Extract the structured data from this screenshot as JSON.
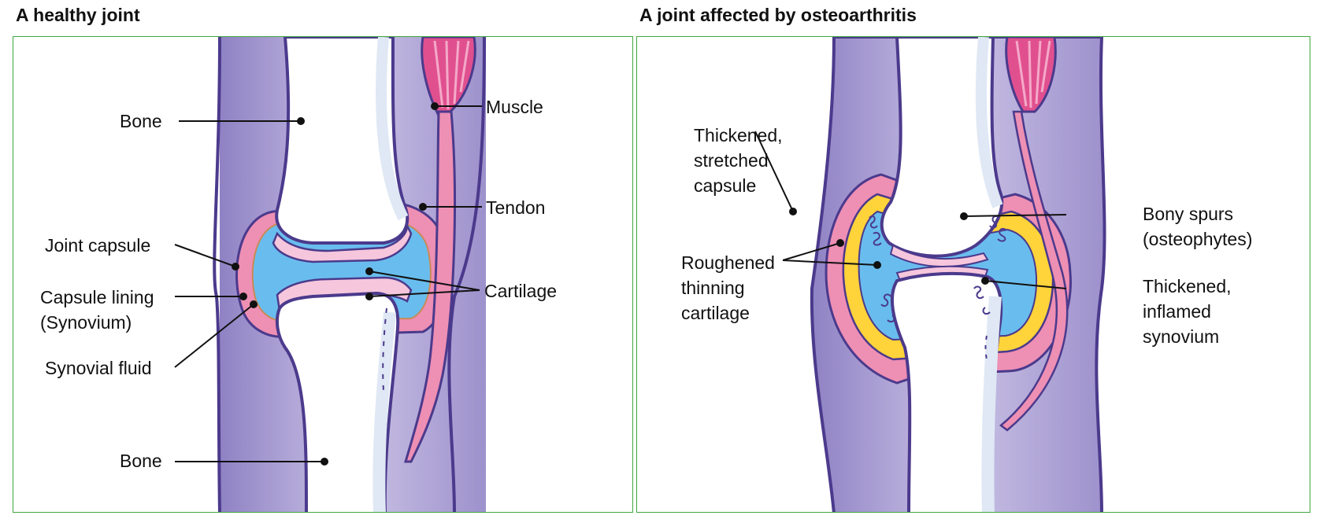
{
  "left_panel": {
    "title": "A healthy joint",
    "labels": {
      "bone_top": "Bone",
      "muscle": "Muscle",
      "tendon": "Tendon",
      "joint_capsule": "Joint capsule",
      "cartilage": "Cartilage",
      "capsule_lining_1": "Capsule lining",
      "capsule_lining_2": "(Synovium)",
      "synovial_fluid": "Synovial fluid",
      "bone_bottom": "Bone"
    }
  },
  "right_panel": {
    "title": "A joint affected by osteoarthritis",
    "labels": {
      "capsule_1": "Thickened,",
      "capsule_2": "stretched",
      "capsule_3": "capsule",
      "spurs_1": "Bony spurs",
      "spurs_2": "(osteophytes)",
      "cartilage_1": "Roughened",
      "cartilage_2": "thinning",
      "cartilage_3": "cartilage",
      "synovium_1": "Thickened,",
      "synovium_2": "inflamed",
      "synovium_3": "synovium"
    }
  },
  "colors": {
    "panel_border": "#3fa73f",
    "bone_outline": "#4b3a8c",
    "soft_tissue": "#a79bd0",
    "bone_interior": "#ffffff",
    "bone_shadow": "#dfe8f4",
    "cartilage": "#f6c6dc",
    "synovial_fluid": "#69bdee",
    "capsule": "#ee8fb4",
    "muscle": "#e0508f",
    "inflamed_synovium": "#ffd33a"
  }
}
